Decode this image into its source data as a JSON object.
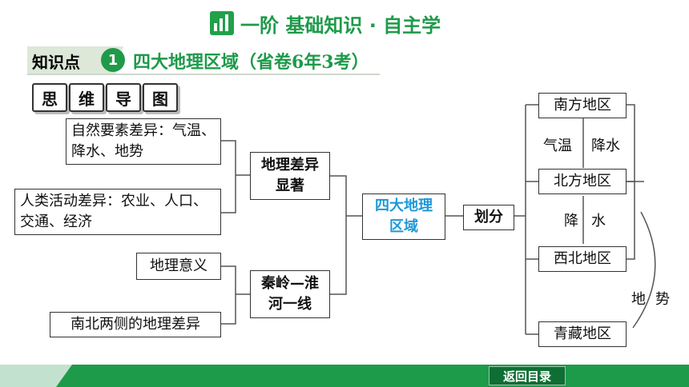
{
  "header": {
    "title": "一阶  基础知识 · 自主学"
  },
  "knowledge_point": {
    "label": "知识点",
    "number": "1",
    "title": "四大地理区域（省卷6年3考）"
  },
  "mind_map_label": [
    "思",
    "维",
    "导",
    "图"
  ],
  "left_boxes": {
    "natural": "自然要素差异：气温、降水、地势",
    "human": "人类活动差异：农业、人口、交通、经济",
    "significance": "地理意义",
    "north_south_difference": "南北两侧的地理差异"
  },
  "middle_boxes": {
    "difference": "地理差异显著",
    "qinling": "秦岭—淮河一线"
  },
  "center_box": "四大地理区域",
  "divide_box": "划分",
  "regions": [
    "南方地区",
    "北方地区",
    "西北地区",
    "青藏地区"
  ],
  "factors": {
    "temp": "气温",
    "precip": "降水",
    "precip_split": [
      "降",
      "水"
    ],
    "terrain": [
      "地",
      "势"
    ]
  },
  "footer": {
    "back_button": "返回目录"
  },
  "colors": {
    "accent_green": "#1d9a4a",
    "center_blue": "#1e98d8"
  }
}
